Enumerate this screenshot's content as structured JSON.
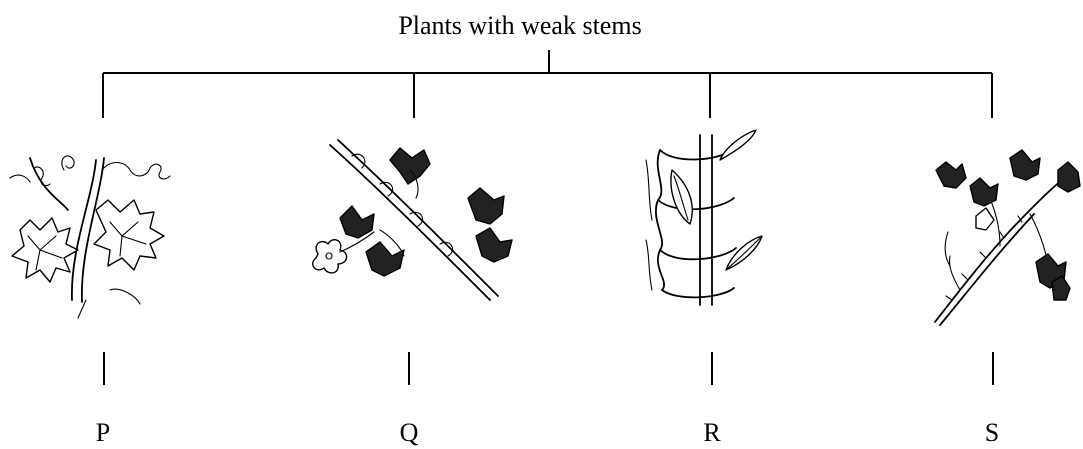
{
  "title": "Plants with weak stems",
  "branches": [
    {
      "label": "P",
      "icon": "climbing-plant-with-tendrils-icon"
    },
    {
      "label": "Q",
      "icon": "twining-vine-with-flower-icon"
    },
    {
      "label": "R",
      "icon": "stem-winding-around-support-icon"
    },
    {
      "label": "S",
      "icon": "creeper-with-thorns-icon"
    }
  ]
}
